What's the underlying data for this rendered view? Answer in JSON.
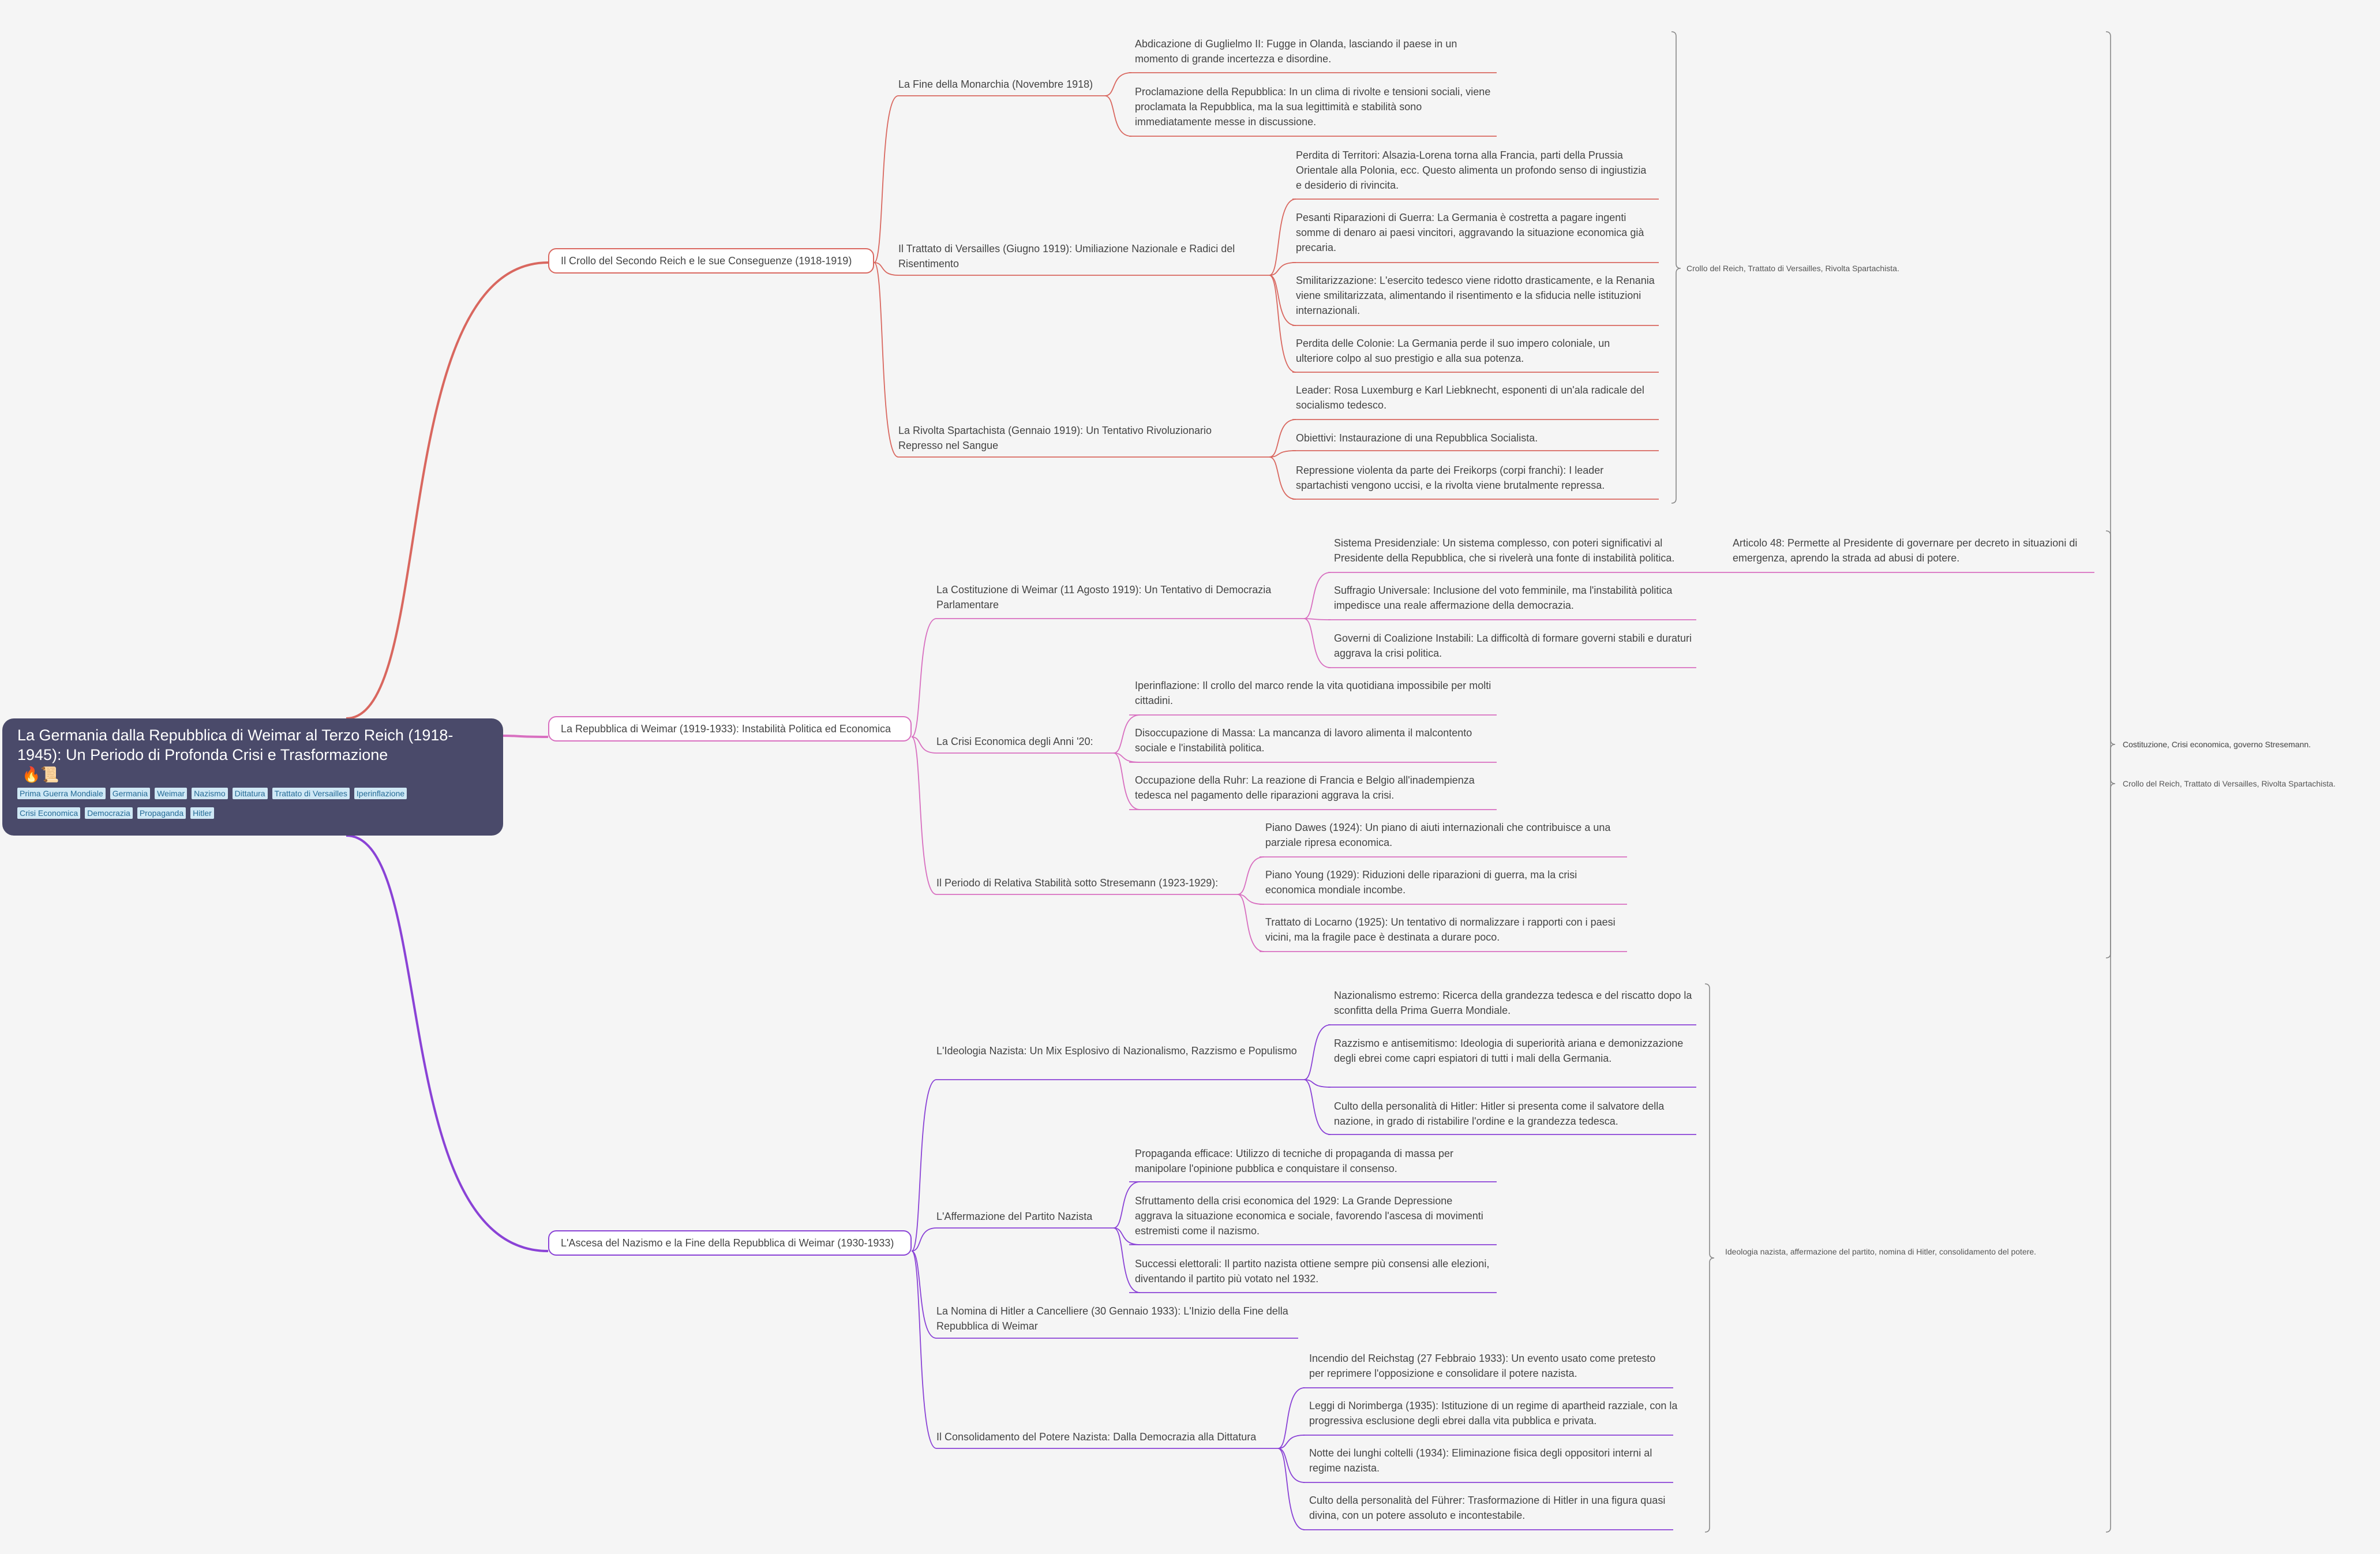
{
  "root": {
    "title": "La Germania dalla Repubblica di Weimar al Terzo Reich (1918-1945): Un Periodo di Profonda Crisi e Trasformazione",
    "emoji": "🔥📜",
    "tags": [
      "Prima Guerra Mondiale",
      "Germania",
      "Weimar",
      "Nazismo",
      "Dittatura",
      "Trattato di Versailles",
      "Iperinflazione",
      "Crisi Economica",
      "Democrazia",
      "Propaganda",
      "Hitler"
    ]
  },
  "branches": [
    {
      "label": "Il Crollo del Secondo Reich e le sue Conseguenze (1918-1919)",
      "color": "#d9675f",
      "children": [
        {
          "label": "La Fine della Monarchia (Novembre 1918)",
          "children": [
            {
              "label": "Abdicazione di Guglielmo II:  Fugge in Olanda, lasciando il paese in un momento di grande incertezza e disordine."
            },
            {
              "label": "Proclamazione della Repubblica: In un clima di rivolte e tensioni sociali, viene proclamata la Repubblica, ma la sua legittimità e stabilità sono immediatamente messe in discussione."
            }
          ]
        },
        {
          "label": "Il Trattato di Versailles (Giugno 1919): Umiliazione Nazionale e Radici del Risentimento",
          "children": [
            {
              "label": "Perdita di Territori:  Alsazia-Lorena torna alla Francia, parti della Prussia Orientale alla Polonia, ecc. Questo alimenta un profondo senso di ingiustizia e desiderio di rivincita."
            },
            {
              "label": "Pesanti Riparazioni di Guerra: La Germania è costretta a pagare ingenti somme di denaro ai paesi vincitori, aggravando la situazione economica già precaria."
            },
            {
              "label": "Smilitarizzazione: L'esercito tedesco viene ridotto drasticamente, e la Renania viene smilitarizzata, alimentando il risentimento e la sfiducia nelle istituzioni internazionali."
            },
            {
              "label": "Perdita delle Colonie: La Germania perde il suo impero coloniale, un ulteriore colpo al suo prestigio e alla sua potenza."
            }
          ]
        },
        {
          "label": "La Rivolta Spartachista (Gennaio 1919): Un Tentativo Rivoluzionario Represso nel Sangue",
          "children": [
            {
              "label": "Leader: Rosa Luxemburg e Karl Liebknecht, esponenti di un'ala radicale del socialismo tedesco."
            },
            {
              "label": "Obiettivi: Instaurazione di una Repubblica Socialista."
            },
            {
              "label": "Repressione violenta da parte dei Freikorps (corpi franchi):  I leader spartachisti vengono uccisi, e la rivolta viene brutalmente repressa."
            }
          ]
        }
      ],
      "summary": "Crollo del Reich, Trattato di Versailles, Rivolta Spartachista."
    },
    {
      "label": "La Repubblica di Weimar (1919-1933): Instabilità Politica ed Economica",
      "color": "#d86fc0",
      "children": [
        {
          "label": "La Costituzione di Weimar (11 Agosto 1919): Un Tentativo di Democrazia Parlamentare",
          "children": [
            {
              "label": "Sistema Presidenziale: Un sistema complesso, con poteri significativi al Presidente della Repubblica, che si rivelerà una fonte di instabilità politica.",
              "detail": "Articolo 48:  Permette al Presidente di governare per decreto in situazioni di emergenza, aprendo la strada ad abusi di potere."
            },
            {
              "label": "Suffragio Universale:  Inclusione del voto femminile, ma l'instabilità politica impedisce una reale affermazione della democrazia."
            },
            {
              "label": "Governi di Coalizione Instabili:  La difficoltà di formare governi stabili e duraturi aggrava la crisi politica."
            }
          ]
        },
        {
          "label": "La Crisi Economica degli Anni '20:",
          "children": [
            {
              "label": "Iperinflazione: Il crollo del marco rende la vita quotidiana impossibile per molti cittadini."
            },
            {
              "label": "Disoccupazione di Massa: La mancanza di lavoro alimenta il malcontento sociale e l'instabilità politica."
            },
            {
              "label": "Occupazione della Ruhr:  La reazione di Francia e Belgio all'inadempienza tedesca nel pagamento delle riparazioni aggrava la crisi."
            }
          ]
        },
        {
          "label": "Il Periodo di Relativa Stabilità sotto Stresemann (1923-1929):",
          "children": [
            {
              "label": "Piano Dawes (1924):  Un piano di aiuti internazionali che contribuisce a una parziale ripresa economica."
            },
            {
              "label": "Piano Young (1929):  Riduzioni delle riparazioni di guerra, ma la crisi economica mondiale incombe."
            },
            {
              "label": "Trattato di Locarno (1925):  Un tentativo di normalizzare i rapporti con i paesi vicini, ma la fragile pace è destinata a durare poco."
            }
          ]
        }
      ],
      "summary": "Costituzione, Crisi economica, governo Stresemann."
    },
    {
      "label": "L'Ascesa del Nazismo e la Fine della Repubblica di Weimar (1930-1933)",
      "color": "#8a42d6",
      "children": [
        {
          "label": "L'Ideologia Nazista: Un Mix Esplosivo di Nazionalismo, Razzismo e Populismo",
          "children": [
            {
              "label": "Nazionalismo estremo:  Ricerca della grandezza tedesca e del riscatto dopo la sconfitta della Prima Guerra Mondiale."
            },
            {
              "label": "Razzismo e antisemitismo:  Ideologia di superiorità ariana e demonizzazione degli ebrei come capri espiatori di tutti i mali della Germania."
            },
            {
              "label": "Culto della personalità di Hitler:  Hitler si presenta come il salvatore della nazione, in grado di ristabilire l'ordine e la grandezza tedesca."
            }
          ]
        },
        {
          "label": "L'Affermazione del Partito Nazista",
          "children": [
            {
              "label": "Propaganda efficace:  Utilizzo di tecniche di propaganda di massa per manipolare l'opinione pubblica e conquistare il consenso."
            },
            {
              "label": "Sfruttamento della crisi economica del 1929:  La Grande Depressione aggrava la situazione economica e sociale, favorendo l'ascesa di movimenti estremisti come il nazismo."
            },
            {
              "label": "Successi elettorali:  Il partito nazista ottiene sempre più consensi alle elezioni, diventando il partito più votato nel 1932."
            }
          ]
        },
        {
          "label": "La Nomina di Hitler a Cancelliere (30 Gennaio 1933): L'Inizio della Fine della Repubblica di Weimar",
          "children": []
        },
        {
          "label": "Il Consolidamento del Potere Nazista:  Dalla Democrazia alla Dittatura",
          "children": [
            {
              "label": "Incendio del Reichstag (27 Febbraio 1933):  Un evento usato come pretesto per reprimere l'opposizione e consolidare il potere nazista."
            },
            {
              "label": "Leggi di Norimberga (1935):  Istituzione di un regime di apartheid razziale, con la progressiva esclusione degli ebrei dalla vita pubblica e privata."
            },
            {
              "label": "Notte dei lunghi coltelli (1934):  Eliminazione fisica degli oppositori interni al regime nazista."
            },
            {
              "label": "Culto della personalità del Führer:  Trasformazione di Hitler in una figura quasi divina, con un potere assoluto e incontestabile."
            }
          ]
        }
      ],
      "summary": "Ideologia nazista, affermazione del partito, nomina di Hitler, consolidamento del potere."
    }
  ],
  "overall_summaries": [
    "Costituzione, Crisi economica, governo Stresemann.",
    "Crollo del Reich, Trattato di Versailles, Rivolta Spartachista."
  ]
}
